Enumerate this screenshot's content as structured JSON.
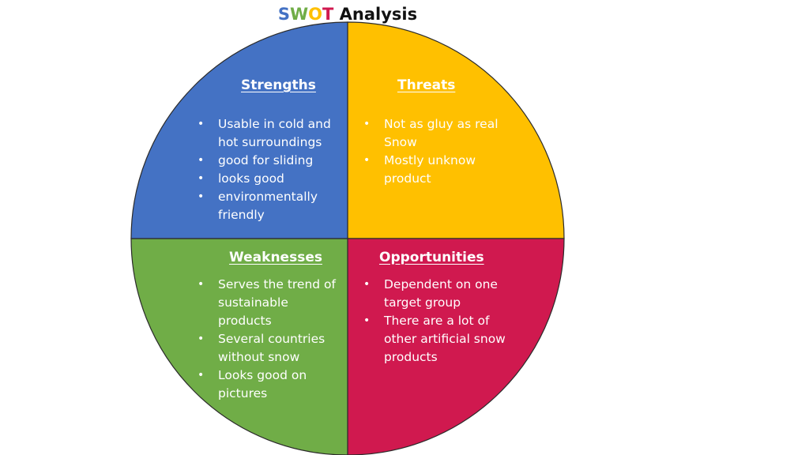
{
  "title": {
    "letters": [
      {
        "char": "S",
        "color": "#4472C4"
      },
      {
        "char": "W",
        "color": "#70AD47"
      },
      {
        "char": "O",
        "color": "#FFC000"
      },
      {
        "char": "T",
        "color": "#D0194F"
      }
    ],
    "rest": "Analysis"
  },
  "quadrants": {
    "strengths": {
      "heading": "Strengths",
      "color": "#4472C4",
      "items": [
        "Usable in cold and hot surroundings",
        "good for sliding",
        "looks good",
        "environmentally friendly"
      ]
    },
    "threats": {
      "heading": "Threats",
      "color": "#FFC000",
      "items": [
        "Not as gluy as real Snow",
        "Mostly unknow product"
      ]
    },
    "weaknesses": {
      "heading": "Weaknesses",
      "color": "#70AD47",
      "items": [
        "Serves the trend of sustainable products",
        "Several countries without snow",
        "Looks good on pictures"
      ]
    },
    "opportunities": {
      "heading": "Opportunities",
      "color": "#D0194F",
      "items": [
        "Dependent on one target group",
        "There are a lot of other artificial snow products"
      ]
    }
  }
}
